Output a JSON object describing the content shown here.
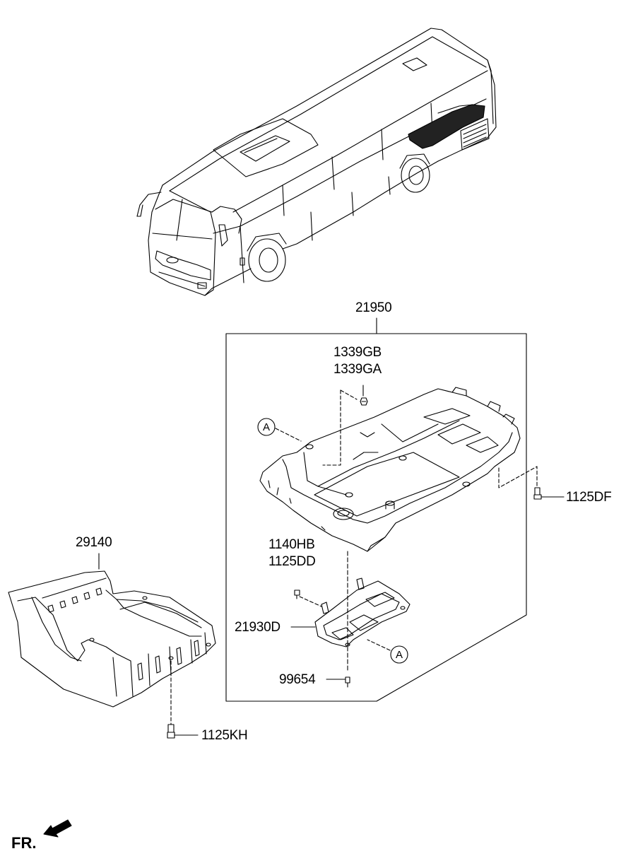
{
  "diagram": {
    "parts": {
      "assembly_main": "21950",
      "nut_1": "1339GB",
      "nut_2": "1339GA",
      "bolt_right": "1125DF",
      "bolt_1": "1140HB",
      "bolt_2": "1125DD",
      "cover": "21930D",
      "screw": "99654",
      "left_cover": "29140",
      "bolt_left": "1125KH"
    },
    "callouts": {
      "a_top": "A",
      "a_bottom": "A"
    },
    "direction": {
      "label": "FR."
    }
  }
}
